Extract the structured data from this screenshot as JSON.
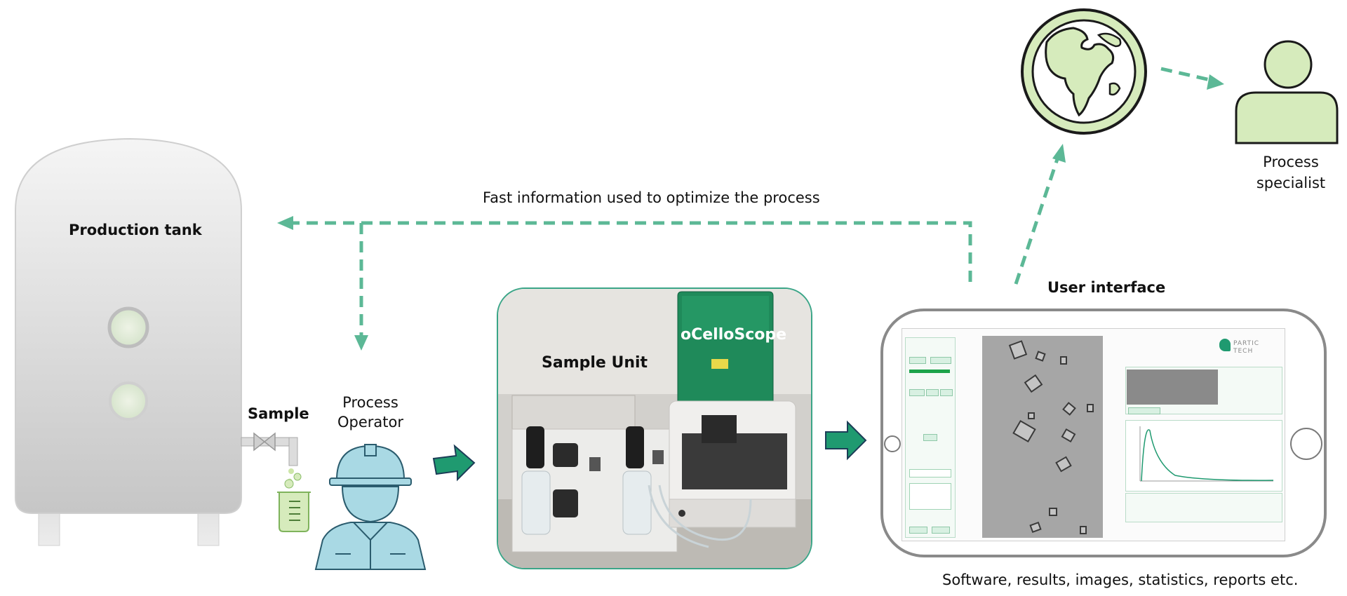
{
  "labels": {
    "production_tank": "Production tank",
    "sample": "Sample",
    "process_operator_line1": "Process",
    "process_operator_line2": "Operator",
    "sample_unit": "Sample Unit",
    "ocelloscope": "oCelloScope",
    "user_interface": "User interface",
    "feedback": "Fast information used to optimize the process",
    "process_specialist_line1": "Process",
    "process_specialist_line2": "specialist",
    "software_caption": "Software, results, images, statistics, reports etc."
  },
  "screen": {
    "brand_line1": "PARTIC",
    "brand_line2": "TECH"
  },
  "colors": {
    "arrow_dashed": "#5cb896",
    "arrow_solid": "#1f9a70",
    "arrow_outline": "#1c3d57",
    "globe_fill": "#d6ebbc",
    "person_fill": "#d6ebbc",
    "operator_fill": "#a9d9e4",
    "tank_top": "#f3f3f3",
    "tank_bottom": "#c9c9c9",
    "photo_border": "#3aa587"
  }
}
